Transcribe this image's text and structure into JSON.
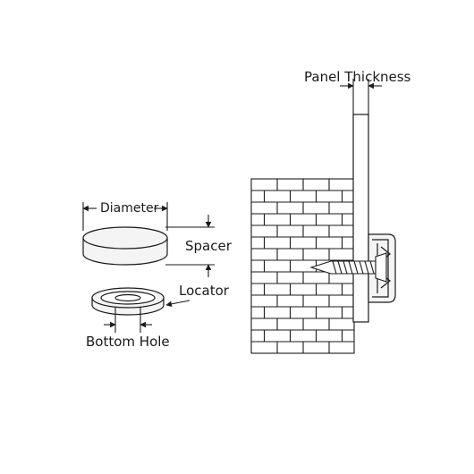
{
  "labels": {
    "panel_thickness": "Panel Thickness",
    "diameter": "Diameter",
    "spacer": "Spacer",
    "locator": "Locator",
    "bottom_hole": "Bottom Hole"
  },
  "colors": {
    "stroke": "#1a1a1a",
    "background": "#ffffff",
    "part_fill": "#f4f4f4"
  }
}
